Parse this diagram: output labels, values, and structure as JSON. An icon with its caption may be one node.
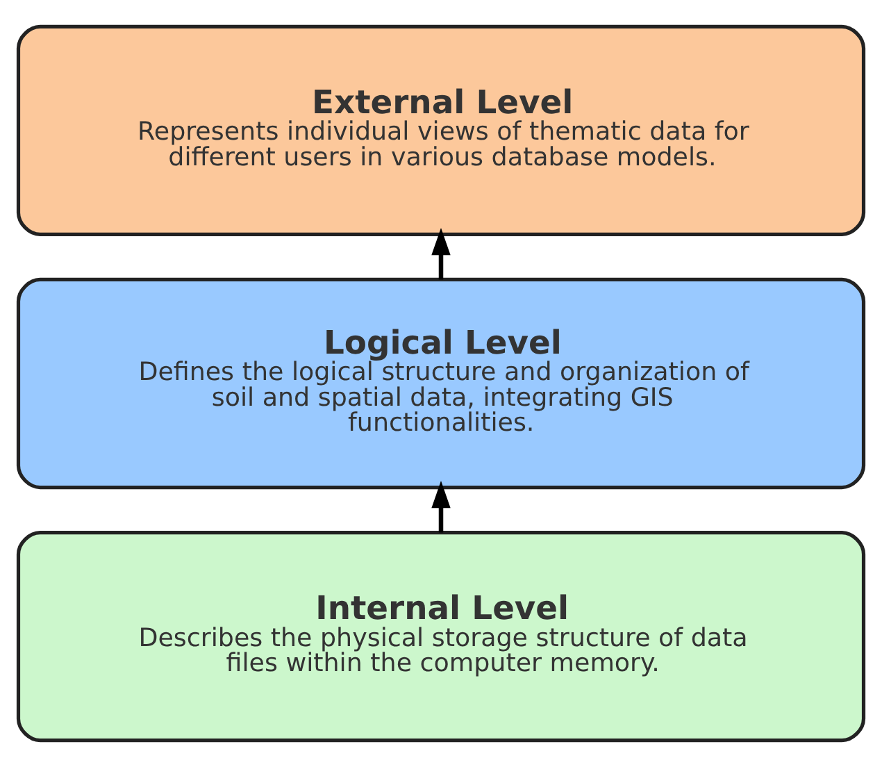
{
  "diagram": {
    "nodes": [
      {
        "text": [
          "External Level",
          "Represents individual views of thematic data for different users in various database models."
        ]
      },
      {
        "text": [
          "Logical Level",
          "Defines the logical structure and organization of soil and spatial data, integrating GIS functionalities."
        ]
      },
      {
        "text": [
          "Internal Level",
          "Describes the physical storage structure of data files within the computer memory."
        ]
      }
    ],
    "edges": [
      {
        "from": 2,
        "to": 1,
        "arrow": "to"
      },
      {
        "from": 1,
        "to": 0,
        "arrow": "to"
      }
    ]
  }
}
